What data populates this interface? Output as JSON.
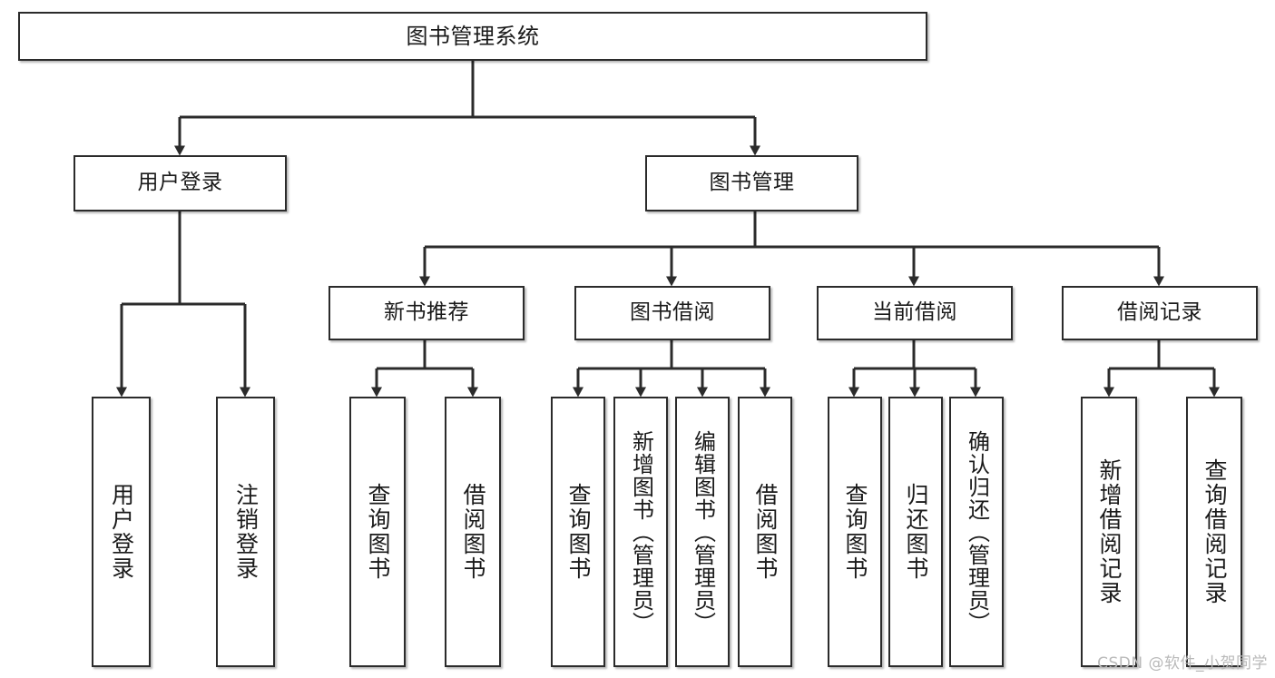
{
  "diagram": {
    "title_node": {
      "label": "图书管理系统"
    },
    "level2": [
      {
        "id": "user-login",
        "label": "用户登录"
      },
      {
        "id": "book-management",
        "label": "图书管理"
      }
    ],
    "level3": [
      {
        "id": "new-book-recommend",
        "label": "新书推荐"
      },
      {
        "id": "book-borrow",
        "label": "图书借阅"
      },
      {
        "id": "current-borrow",
        "label": "当前借阅"
      },
      {
        "id": "borrow-record",
        "label": "借阅记录"
      }
    ],
    "leaves": [
      {
        "id": "leaf-user-login",
        "label": "用户登录",
        "parent": "user-login"
      },
      {
        "id": "leaf-logout-login",
        "label": "注销登录",
        "parent": "user-login"
      },
      {
        "id": "leaf-query-book-1",
        "label": "查询图书",
        "parent": "new-book-recommend"
      },
      {
        "id": "leaf-borrow-book-1",
        "label": "借阅图书",
        "parent": "new-book-recommend"
      },
      {
        "id": "leaf-query-book-2",
        "label": "查询图书",
        "parent": "book-borrow"
      },
      {
        "id": "leaf-add-book",
        "label": "新增图书（管理员）",
        "parent": "book-borrow"
      },
      {
        "id": "leaf-edit-book",
        "label": "编辑图书（管理员）",
        "parent": "book-borrow"
      },
      {
        "id": "leaf-borrow-book-2",
        "label": "借阅图书",
        "parent": "book-borrow"
      },
      {
        "id": "leaf-query-book-3",
        "label": "查询图书",
        "parent": "current-borrow"
      },
      {
        "id": "leaf-return-book",
        "label": "归还图书",
        "parent": "current-borrow"
      },
      {
        "id": "leaf-confirm-return",
        "label": "确认归还（管理员）",
        "parent": "current-borrow"
      },
      {
        "id": "leaf-add-record",
        "label": "新增借阅记录",
        "parent": "borrow-record"
      },
      {
        "id": "leaf-query-record",
        "label": "查询借阅记录",
        "parent": "borrow-record"
      }
    ],
    "watermark": "CSDN @软件_小贺同学",
    "colors": {
      "stroke": "#2b2b2b",
      "background": "#ffffff",
      "text": "#1a1a1a",
      "watermark": "#b9b9b9"
    }
  }
}
